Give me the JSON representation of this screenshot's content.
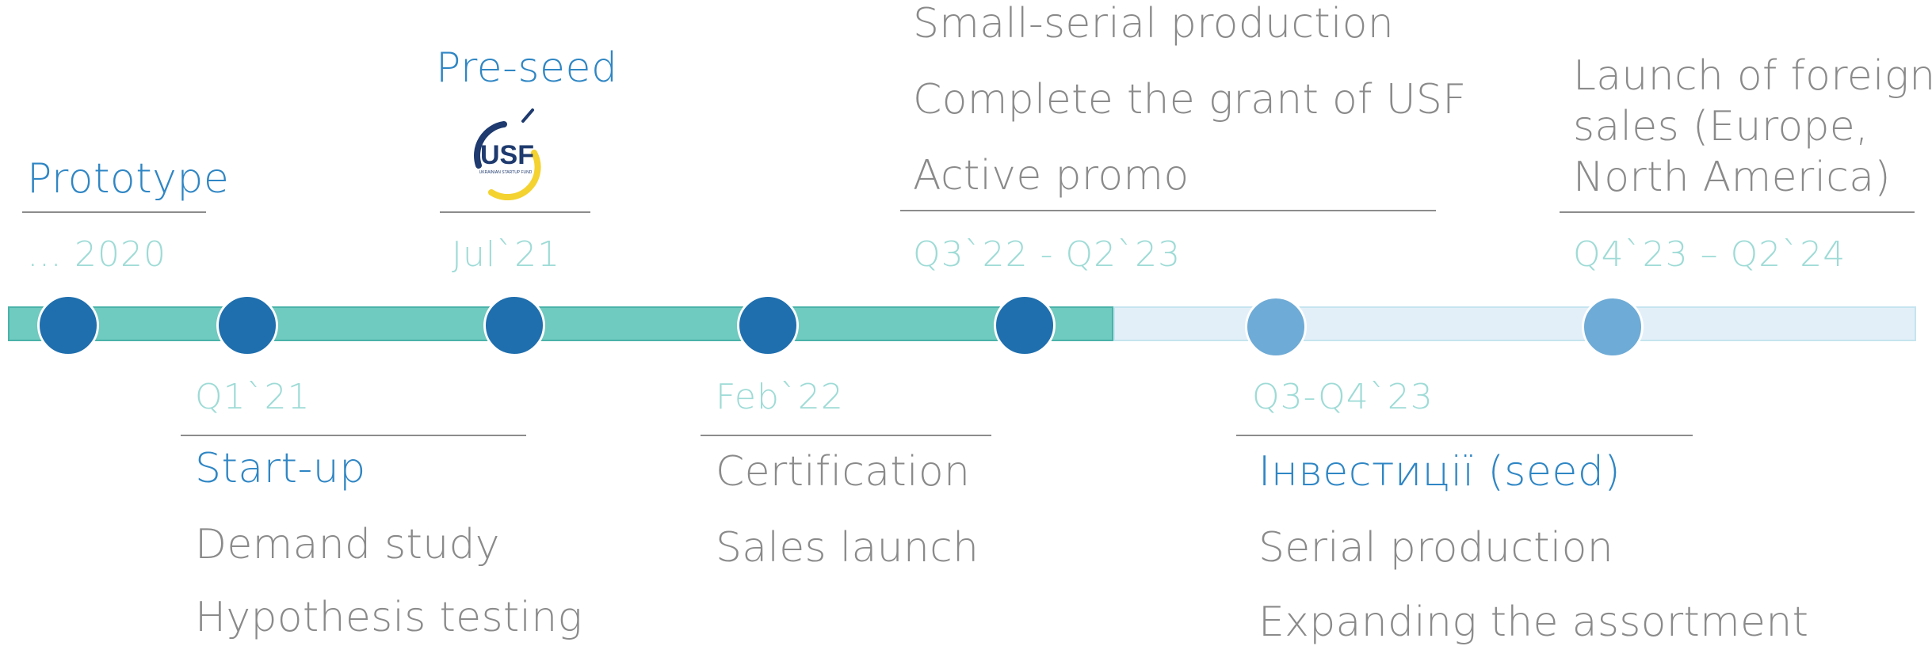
{
  "colors": {
    "title": "#2f86c4",
    "item": "#8a8a8a",
    "date": "#9edbd6",
    "bar_done": "#6fcabf",
    "bar_todo": "#e3eff8",
    "node_done": "#1f6fae",
    "node_todo": "#6eabd6",
    "usf_navy": "#1e3a6e",
    "usf_yellow": "#f4d230"
  },
  "milestones": {
    "m1": {
      "date": "… 2020",
      "title": "Prototype"
    },
    "m2": {
      "date": "Q1`21",
      "title": "Start-up",
      "items": [
        "Demand study",
        "Hypothesis testing"
      ]
    },
    "m3": {
      "date": "Jul`21",
      "title": "Pre-seed",
      "logo_text": "USF",
      "logo_subtext": "UKRAINIAN STARTUP FUND"
    },
    "m4": {
      "date": "Feb`22",
      "items": [
        "Certification",
        "Sales launch"
      ]
    },
    "m5": {
      "date": "Q3`22 - Q2`23",
      "items": [
        "Small-serial production",
        "Complete the grant of USF",
        "Active promo"
      ]
    },
    "m6": {
      "date": "Q3-Q4`23",
      "title": "Інвестиції (seed)",
      "items": [
        "Serial production",
        "Expanding the assortment"
      ]
    },
    "m7": {
      "date": "Q4`23 – Q2`24",
      "items": [
        "Launch of foreign",
        "sales (Europe,",
        "North America)"
      ]
    }
  },
  "nodes": [
    {
      "status": "done"
    },
    {
      "status": "done"
    },
    {
      "status": "done"
    },
    {
      "status": "done"
    },
    {
      "status": "done"
    },
    {
      "status": "todo"
    },
    {
      "status": "todo"
    }
  ]
}
